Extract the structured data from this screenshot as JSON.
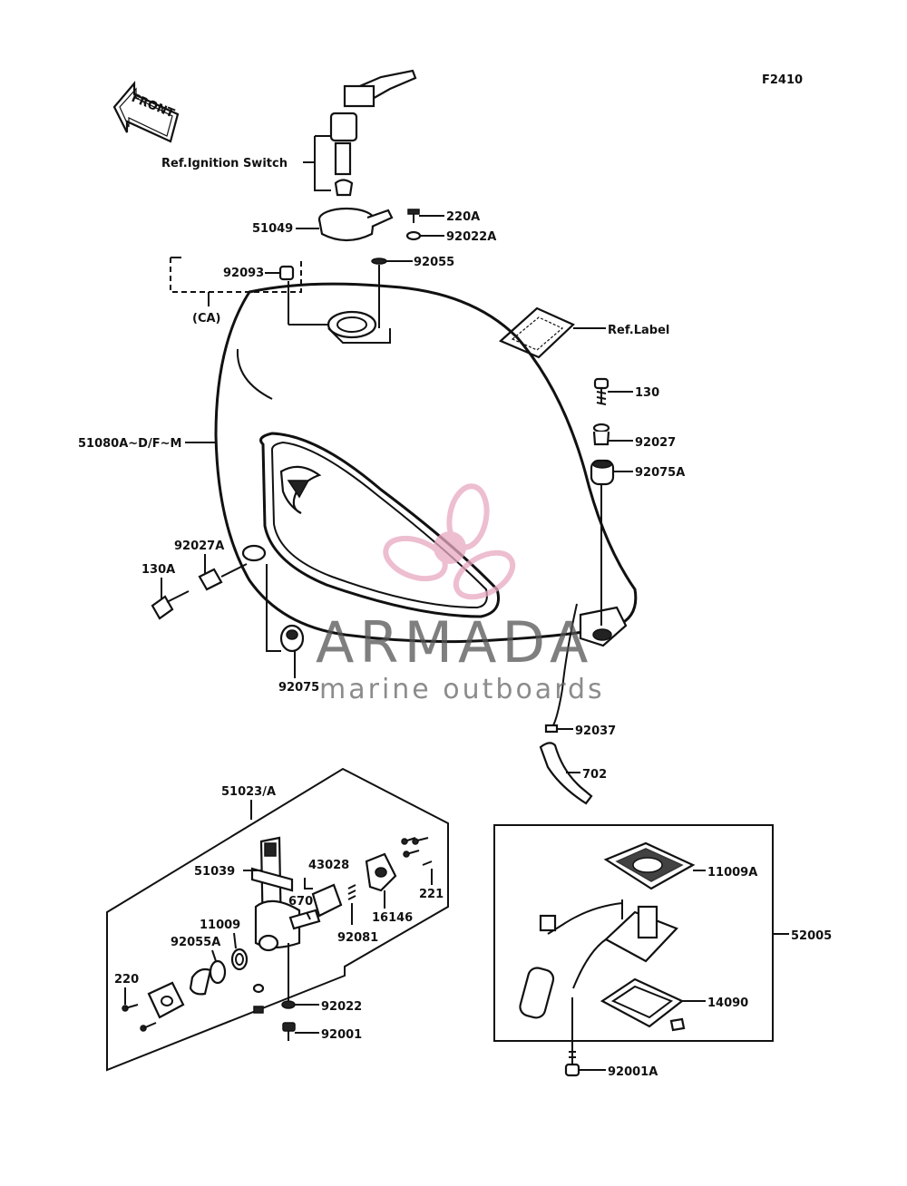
{
  "figure_code": "F2410",
  "front_arrow": "FRONT",
  "labels": {
    "ref_ignition": "Ref.Ignition Switch",
    "p220A": "220A",
    "p51049": "51049",
    "p92022A": "92022A",
    "p92055": "92055",
    "p92093": "92093",
    "ca": "(CA)",
    "ref_label": "Ref.Label",
    "p130": "130",
    "p92027": "92027",
    "p92075A": "92075A",
    "p51080": "51080A~D/F~M",
    "p92027A": "92027A",
    "p130A": "130A",
    "p92075": "92075",
    "p92037": "92037",
    "p702": "702",
    "p51023": "51023/A",
    "p51039": "51039",
    "p43028": "43028",
    "p670": "670",
    "p16146": "16146",
    "p221": "221",
    "p11009": "11009",
    "p92055A": "92055A",
    "p92081": "92081",
    "p220": "220",
    "p92022": "92022",
    "p92001": "92001",
    "p11009A": "11009A",
    "p52005": "52005",
    "p14090": "14090",
    "p92001A": "92001A"
  },
  "watermark": {
    "brand": "ARMADA",
    "tagline": "marine outboards",
    "logo_color": "#e8a9c1"
  }
}
